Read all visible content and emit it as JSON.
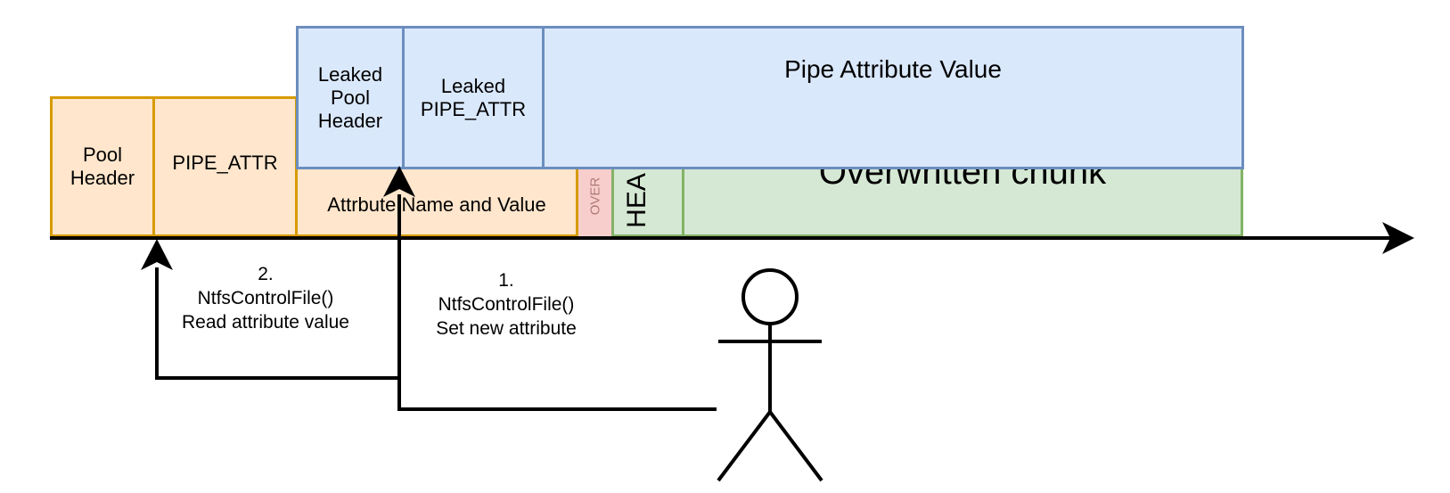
{
  "blocks": {
    "pool_header": "Pool\nHeader",
    "pipe_attr": "PIPE_ATTR",
    "attribute_name_value": "Attrbute Name and Value",
    "overflow_small": "OVER",
    "header_vertical": "HEA",
    "overwritten_chunk": "Overwritten chunk",
    "leaked_pool_header": "Leaked\nPool\nHeader",
    "leaked_pipe_attr": "Leaked\nPIPE_ATTR",
    "pipe_attribute_value": "Pipe Attribute Value"
  },
  "steps": {
    "step2": "2.\nNtfsControlFile()\nRead attribute value",
    "step1": "1.\nNtfsControlFile()\nSet new attribute"
  },
  "colors": {
    "orange_fill": "#ffe6cc",
    "orange_stroke": "#d79b00",
    "blue_fill": "#dae8fc",
    "blue_stroke": "#6c8ebf",
    "green_fill": "#d5e8d4",
    "green_stroke": "#82b366",
    "pink_fill": "#f8cecc"
  }
}
